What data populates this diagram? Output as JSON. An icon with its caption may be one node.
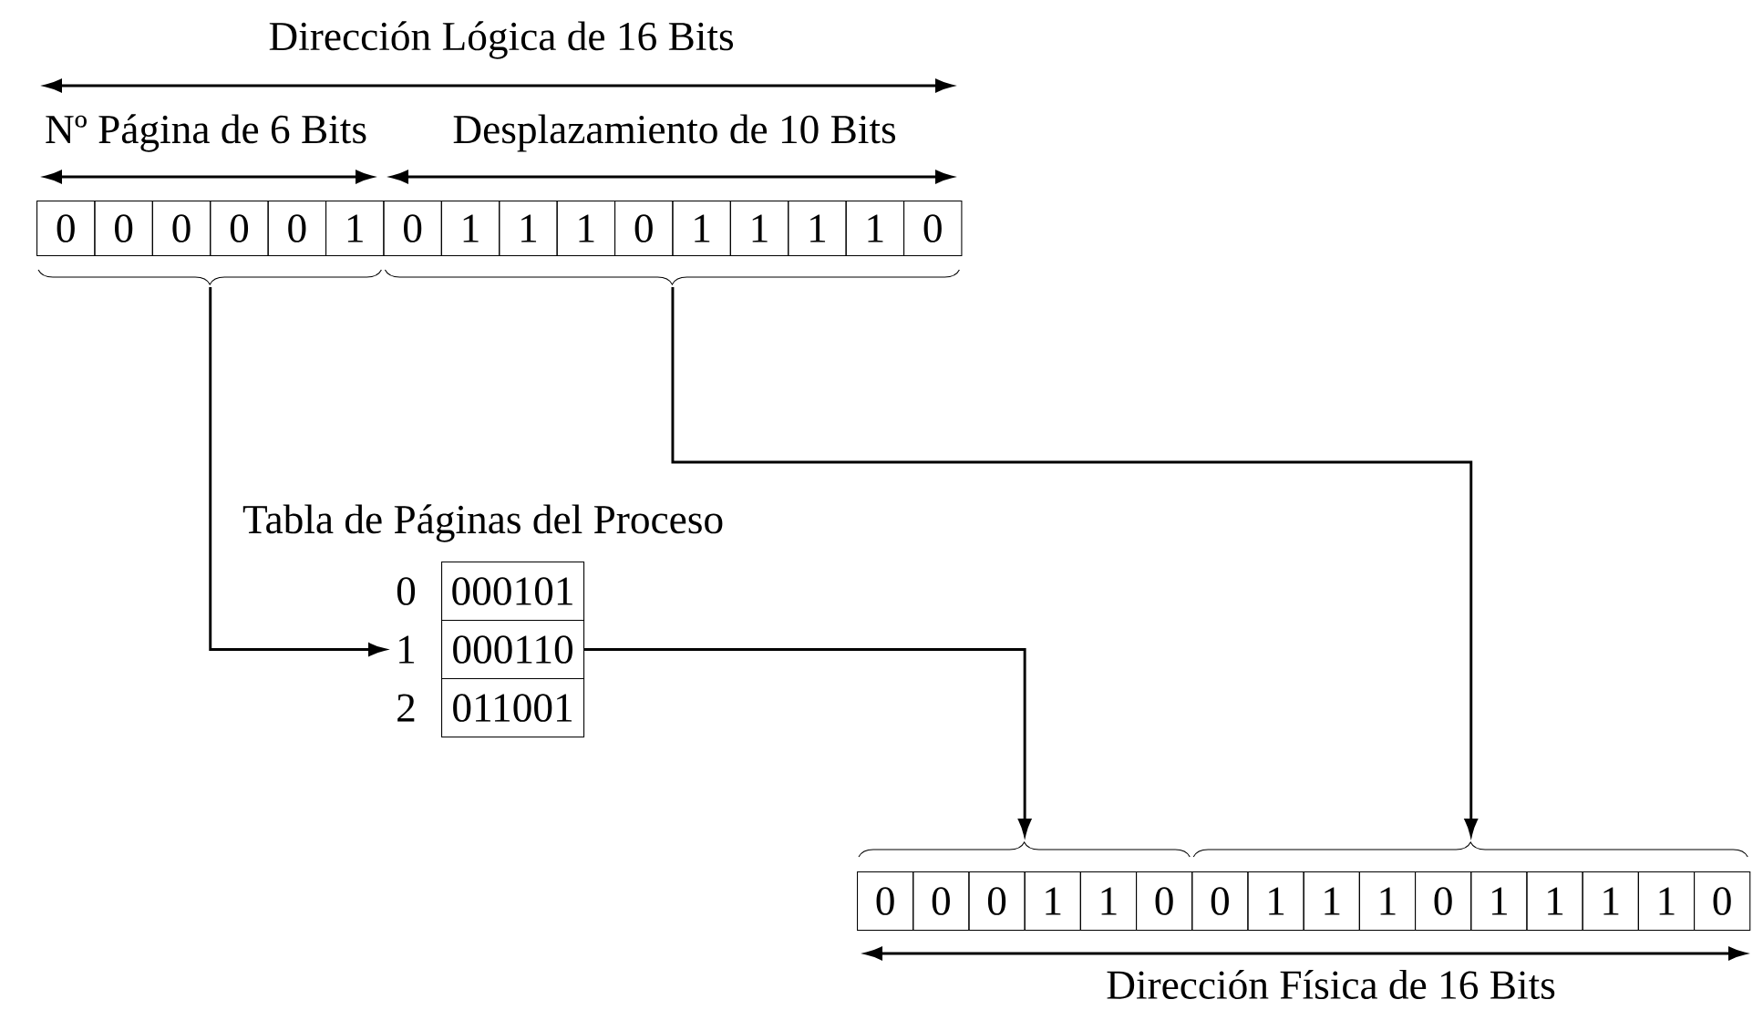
{
  "diagram": {
    "nodes": [
      {
        "text": [
          "0",
          "0",
          "0",
          "0",
          "0",
          "1"
        ]
      },
      {
        "text": [
          "0",
          "1",
          "1",
          "1",
          "0",
          "1",
          "1",
          "1",
          "1",
          "0"
        ]
      },
      {
        "text": [
          "000101"
        ],
        "beside": [
          "0"
        ]
      },
      {
        "text": [
          "000110"
        ],
        "beside": [
          "1"
        ]
      },
      {
        "text": [
          "011001"
        ],
        "beside": [
          "2"
        ]
      },
      {
        "text": [
          "0",
          "0",
          "0",
          "1",
          "1",
          "0"
        ]
      },
      {
        "text": [
          "0",
          "1",
          "1",
          "1",
          "0",
          "1",
          "1",
          "1",
          "1",
          "0"
        ]
      }
    ],
    "edges": [
      {
        "from": 0,
        "to": 3,
        "arrow": "to"
      },
      {
        "from": 3,
        "to": 5,
        "arrow": "to"
      },
      {
        "from": 1,
        "to": 6,
        "arrow": "to"
      }
    ],
    "labels": [
      "Dirección Lógica de 16 Bits",
      "Nº Página de 6 Bits",
      "Desplazamiento de 10 Bits",
      "Tabla de Páginas del Proceso",
      "Dirección Física de 16 Bits"
    ]
  }
}
